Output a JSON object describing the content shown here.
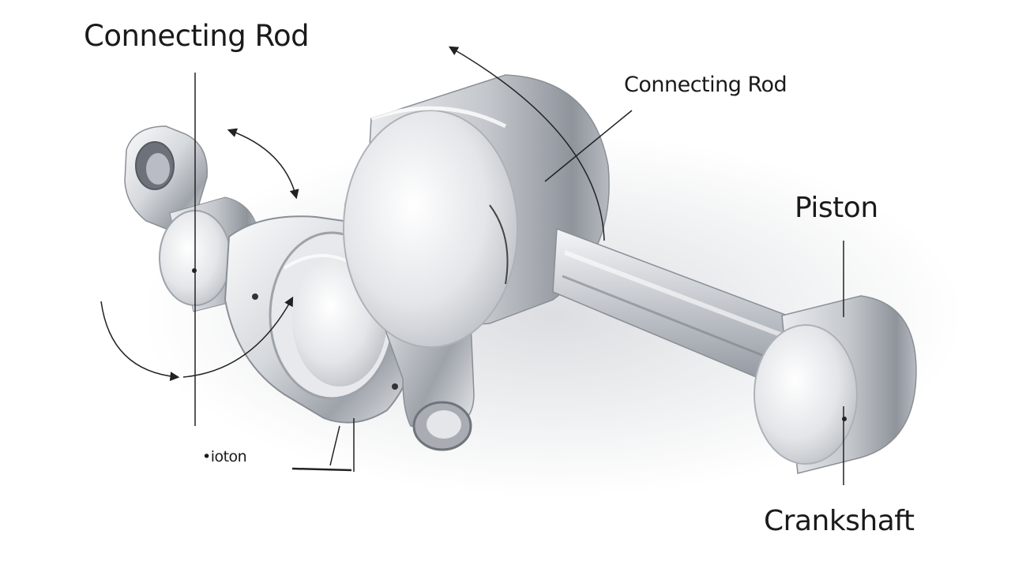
{
  "labels": {
    "top_left": "Connecting Rod",
    "top_right": "Connecting Rod",
    "piston": "Piston",
    "crankshaft": "Crankshaft",
    "bottom_left": "•ioton"
  },
  "colors": {
    "metal_light": "#f2f3f5",
    "metal_mid": "#c9ccd1",
    "metal_dark": "#7d828a",
    "line": "#222222"
  }
}
